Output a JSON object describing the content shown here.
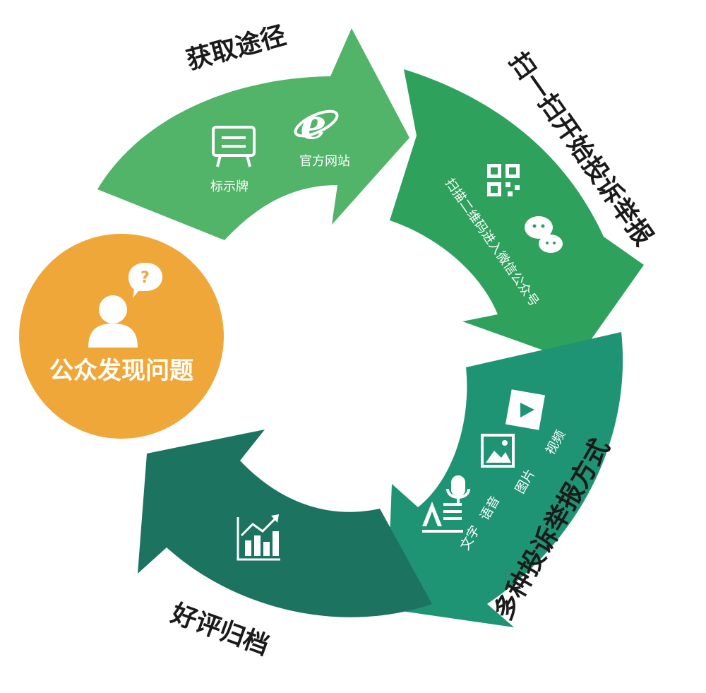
{
  "center_node": {
    "label": "公众发现问题"
  },
  "stages": [
    {
      "title": "获取途径",
      "items": [
        "标示牌",
        "官方网站"
      ]
    },
    {
      "title": "扫一扫开始投诉举报",
      "items": [
        "扫描二维码进入微信公众号"
      ]
    },
    {
      "title": "多种投诉举报方式",
      "items": [
        "文字",
        "语音",
        "图片",
        "视频"
      ]
    },
    {
      "title": "好评归档",
      "items": []
    }
  ],
  "colors": {
    "stage1": "#52b468",
    "stage2": "#2ea15c",
    "stage3": "#1f9474",
    "stage4": "#1b7360",
    "center": "#f0a73a",
    "icon": "#ffffff",
    "title_text": "#1a1a1a"
  },
  "icons": [
    "signboard-icon",
    "ie-browser-icon",
    "qr-code-icon",
    "wechat-icon",
    "text-icon",
    "microphone-icon",
    "picture-icon",
    "video-icon",
    "chart-icon",
    "person-question-icon"
  ]
}
